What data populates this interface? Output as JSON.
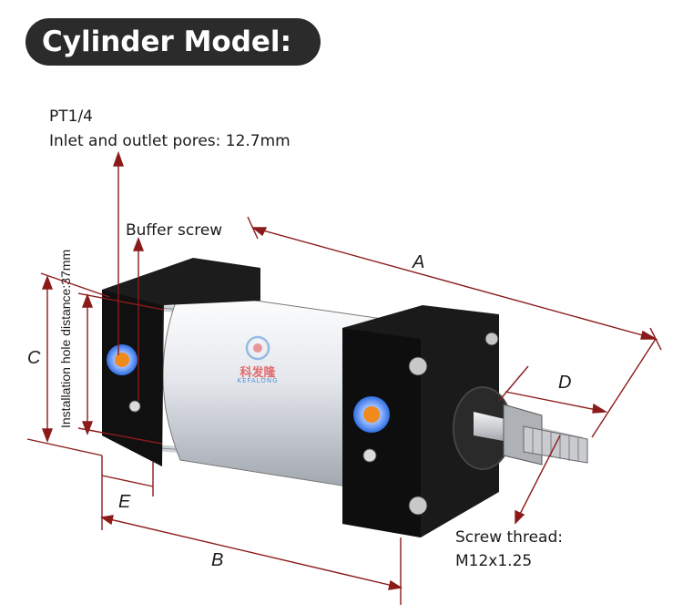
{
  "title": "Cylinder Model:",
  "port_spec": {
    "thread": "PT1/4",
    "description": "Inlet and outlet pores: 12.7mm"
  },
  "buffer_screw_label": "Buffer screw",
  "install_hole_label": "Installation hole distance:37mm",
  "screw_thread": {
    "label": "Screw thread:",
    "value": "M12x1.25"
  },
  "dimensions": {
    "a": "A",
    "b": "B",
    "c": "C",
    "d": "D",
    "e": "E"
  },
  "watermark": {
    "name": "科发隆",
    "latin": "KEFALONG"
  },
  "colors": {
    "dimension_line": "#8b1a1a",
    "body_black": "#161616",
    "barrel": "#e6e8ec",
    "port_blue": "#2f6fe0",
    "port_orange": "#f08a1c"
  }
}
